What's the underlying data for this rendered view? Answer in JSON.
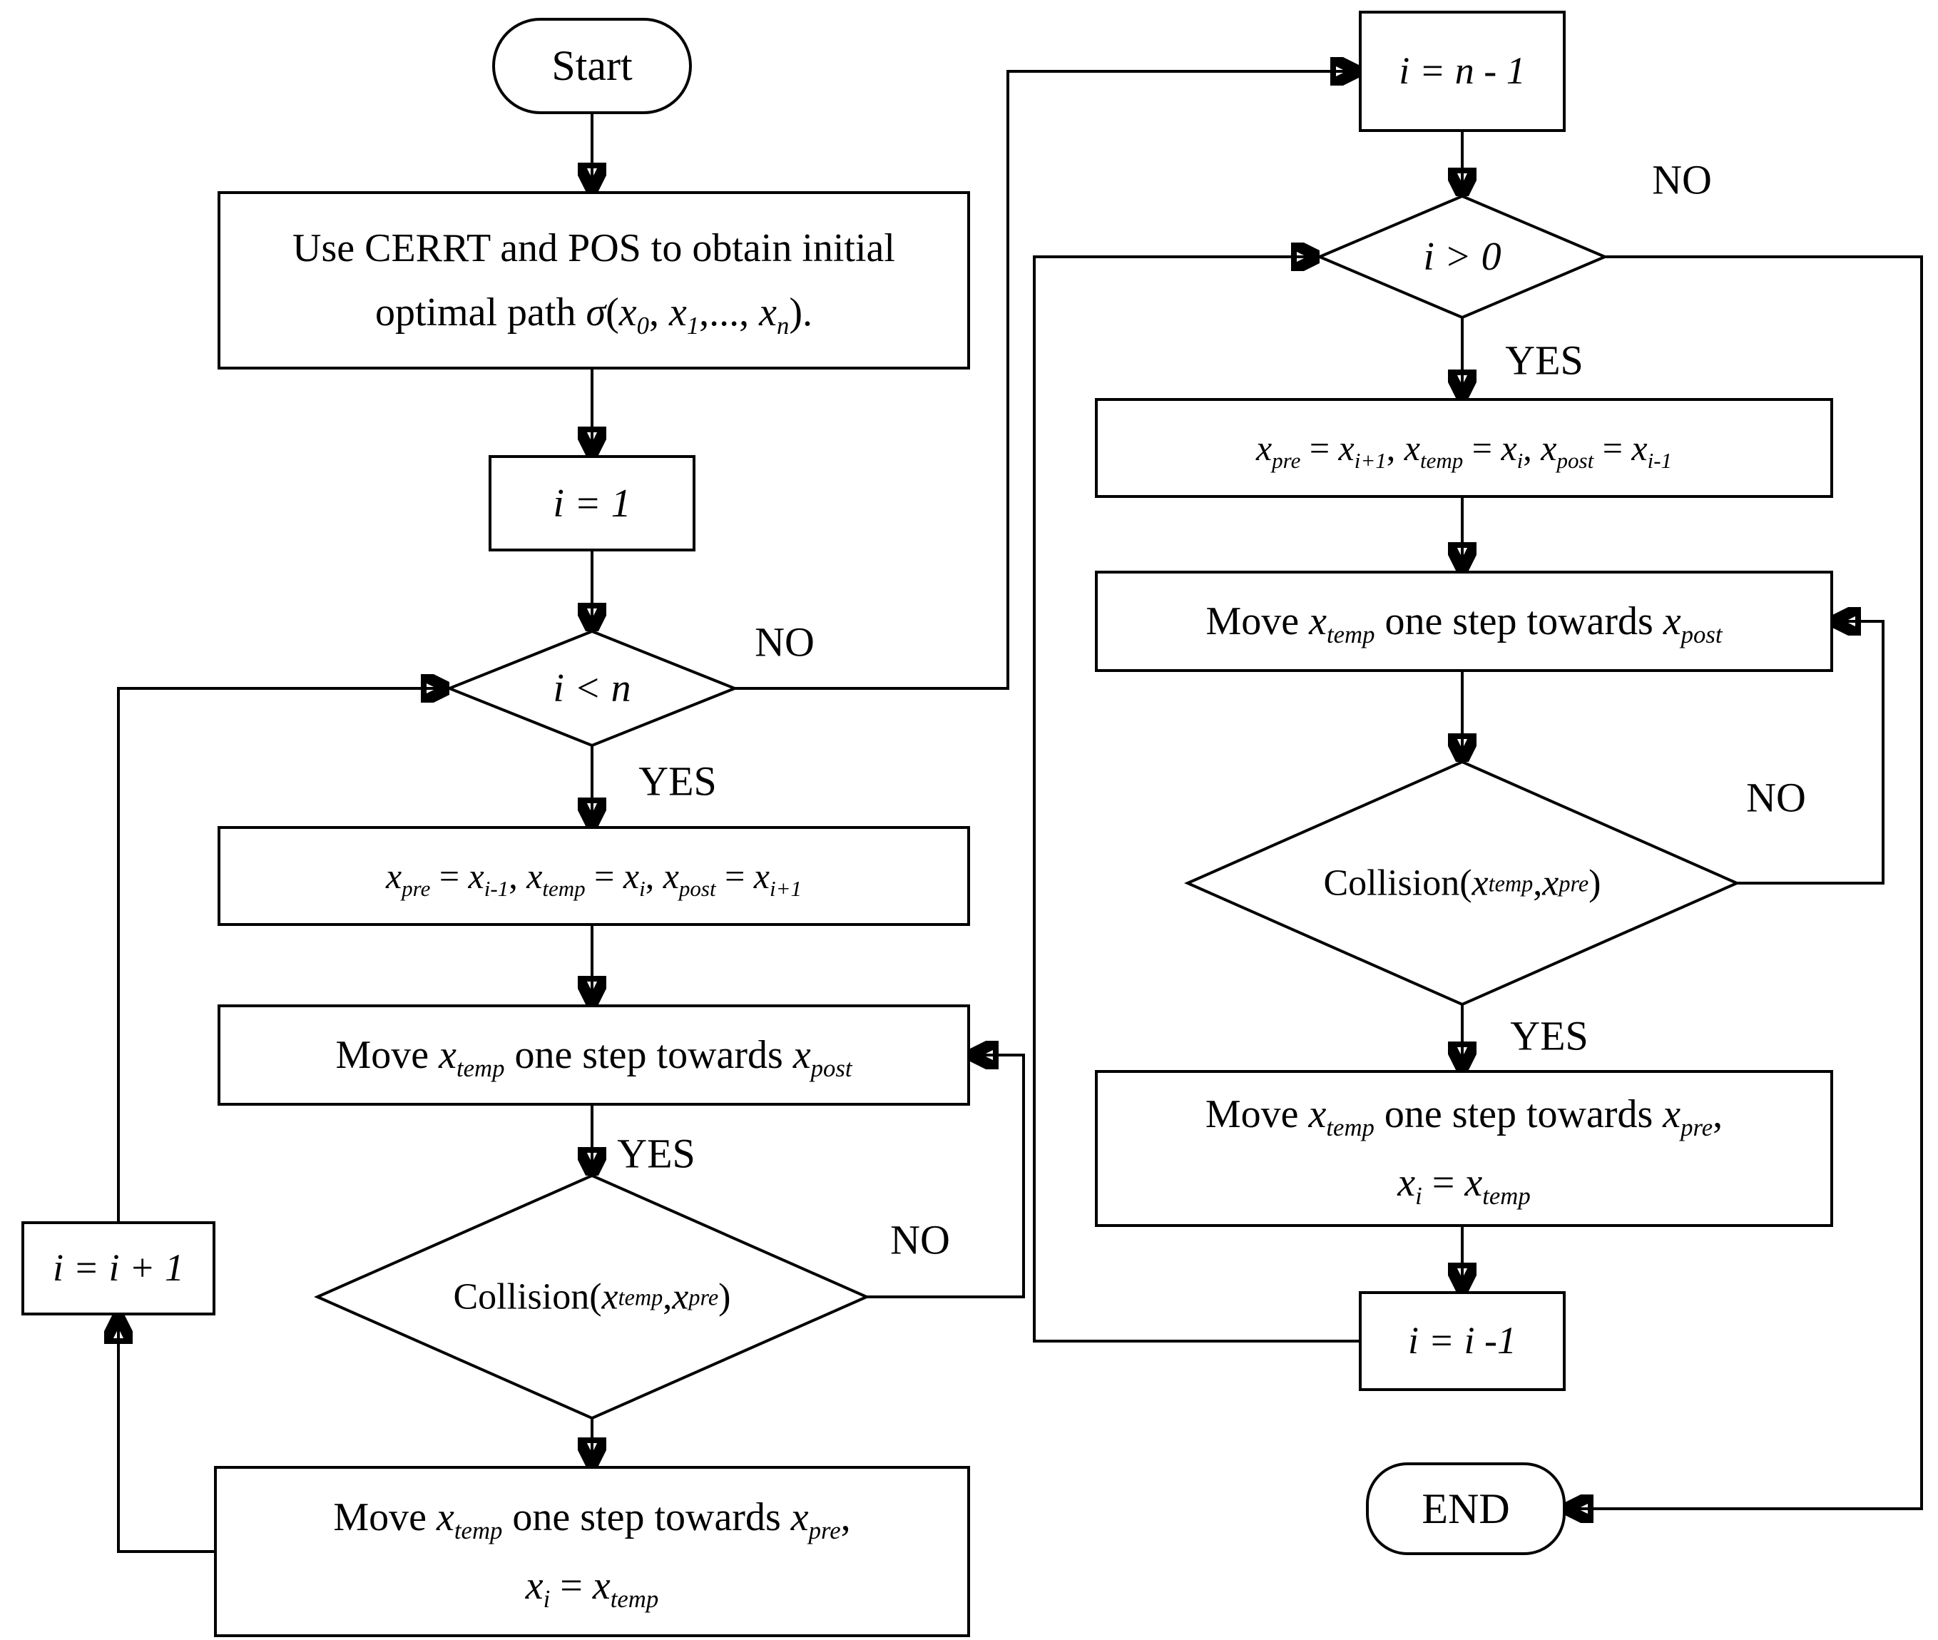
{
  "colors": {
    "line": "#000000",
    "background": "#ffffff",
    "text": "#000000"
  },
  "edge_labels": {
    "i_lt_n_no": "NO",
    "i_lt_n_yes": "YES",
    "move_left_yes": "YES",
    "collision_left_no": "NO",
    "i_gt_0_no": "NO",
    "i_gt_0_yes": "YES",
    "collision_right_no": "NO",
    "collision_right_yes": "YES"
  },
  "nodes": {
    "start": {
      "label": "Start"
    },
    "initial_path": {
      "line1": "Use CERRT and POS to obtain initial",
      "line2": [
        [
          "optimal path ",
          ""
        ],
        [
          "σ",
          ""
        ],
        [
          "(",
          ""
        ],
        [
          "x",
          "0"
        ],
        [
          ", ",
          ""
        ],
        [
          "x",
          "1"
        ],
        [
          ",..., ",
          ""
        ],
        [
          "x",
          "n"
        ],
        [
          ").",
          ""
        ]
      ]
    },
    "set_i_1": {
      "label": "i = 1"
    },
    "cond_i_lt_n": {
      "label": "i < n"
    },
    "assign_forward": [
      [
        "x",
        "pre"
      ],
      [
        " = ",
        ""
      ],
      [
        "x",
        "i-1"
      ],
      [
        ", ",
        ""
      ],
      [
        "x",
        "temp"
      ],
      [
        " = ",
        ""
      ],
      [
        "x",
        "i"
      ],
      [
        ", ",
        ""
      ],
      [
        "x",
        "post"
      ],
      [
        " = ",
        ""
      ],
      [
        "x",
        "i+1"
      ]
    ],
    "move_towards_post_left": [
      [
        "Move ",
        ""
      ],
      [
        "x",
        "temp"
      ],
      [
        " one step towards ",
        ""
      ],
      [
        "x",
        "post"
      ]
    ],
    "collision_left": [
      [
        "Collision(",
        ""
      ],
      [
        "x",
        "temp"
      ],
      [
        ",",
        ""
      ],
      [
        "x",
        "pre"
      ],
      [
        ")",
        ""
      ]
    ],
    "move_towards_pre_left": {
      "line1": [
        [
          "Move ",
          ""
        ],
        [
          "x",
          "temp"
        ],
        [
          " one step towards ",
          ""
        ],
        [
          "x",
          "pre"
        ],
        [
          ",",
          ""
        ]
      ],
      "line2": [
        [
          "x",
          "i"
        ],
        [
          " = ",
          ""
        ],
        [
          "x",
          "temp"
        ]
      ]
    },
    "increment_i": {
      "label": "i = i + 1"
    },
    "set_i_n_minus_1": {
      "label": "i = n - 1"
    },
    "cond_i_gt_0": {
      "label": "i > 0"
    },
    "assign_backward": [
      [
        "x",
        "pre"
      ],
      [
        " = ",
        ""
      ],
      [
        "x",
        "i+1"
      ],
      [
        ", ",
        ""
      ],
      [
        "x",
        "temp"
      ],
      [
        " = ",
        ""
      ],
      [
        "x",
        "i"
      ],
      [
        ", ",
        ""
      ],
      [
        "x",
        "post"
      ],
      [
        " = ",
        ""
      ],
      [
        "x",
        "i-1"
      ]
    ],
    "move_towards_post_right": [
      [
        "Move ",
        ""
      ],
      [
        "x",
        "temp"
      ],
      [
        " one step towards ",
        ""
      ],
      [
        "x",
        "post"
      ]
    ],
    "collision_right": [
      [
        "Collision(",
        ""
      ],
      [
        "x",
        "temp"
      ],
      [
        ",",
        ""
      ],
      [
        "x",
        "pre"
      ],
      [
        ")",
        ""
      ]
    ],
    "move_towards_pre_right": {
      "line1": [
        [
          "Move ",
          ""
        ],
        [
          "x",
          "temp"
        ],
        [
          " one step towards ",
          ""
        ],
        [
          "x",
          "pre"
        ],
        [
          ",",
          ""
        ]
      ],
      "line2": [
        [
          "x",
          "i"
        ],
        [
          " = ",
          ""
        ],
        [
          "x",
          "temp"
        ]
      ]
    },
    "decrement_i": {
      "label": "i = i -1"
    },
    "end": {
      "label": "END"
    }
  }
}
